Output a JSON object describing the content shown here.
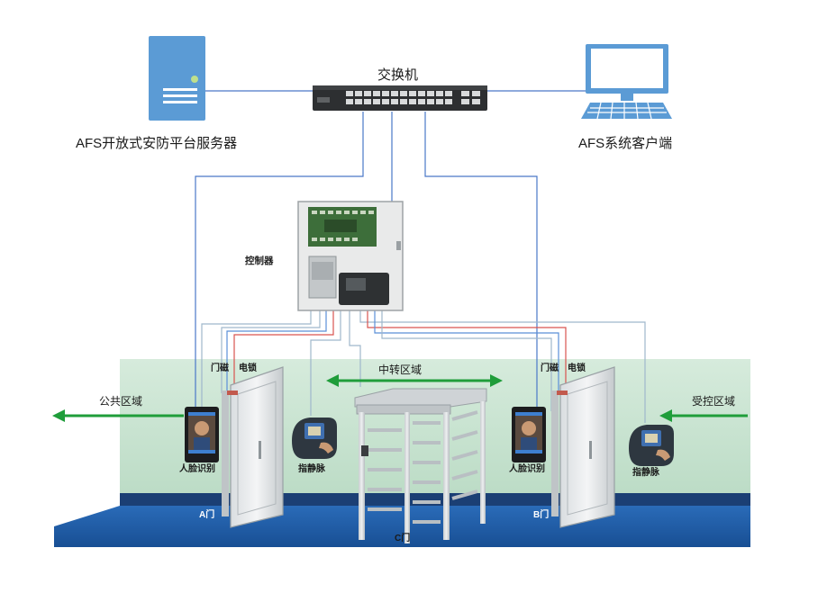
{
  "diagram": {
    "switch_label": "交换机",
    "server_label": "AFS开放式安防平台服务器",
    "client_label": "AFS系统客户端",
    "controller_label": "控制器",
    "zones": {
      "public": "公共区域",
      "transit": "中转区域",
      "controlled": "受控区域"
    },
    "left_gate": {
      "door_sensor": "门磁",
      "electric_lock": "电锁",
      "face_reader": "人脸识别",
      "finger_vein": "指静脉",
      "door_name": "A门"
    },
    "right_gate": {
      "door_sensor": "门磁",
      "electric_lock": "电锁",
      "face_reader": "人脸识别",
      "finger_vein": "指静脉",
      "door_name": "B门"
    },
    "turnstile_name": "C门",
    "colors": {
      "network_line": "#4a78c8",
      "signal_line_red": "#d9534f",
      "signal_line_blue": "#5a8fd8",
      "signal_line_gray": "#9fb7cc",
      "floor": "#1e5fae",
      "wall": "#cfe5d6",
      "device_blue": "#4f8fd6"
    }
  }
}
